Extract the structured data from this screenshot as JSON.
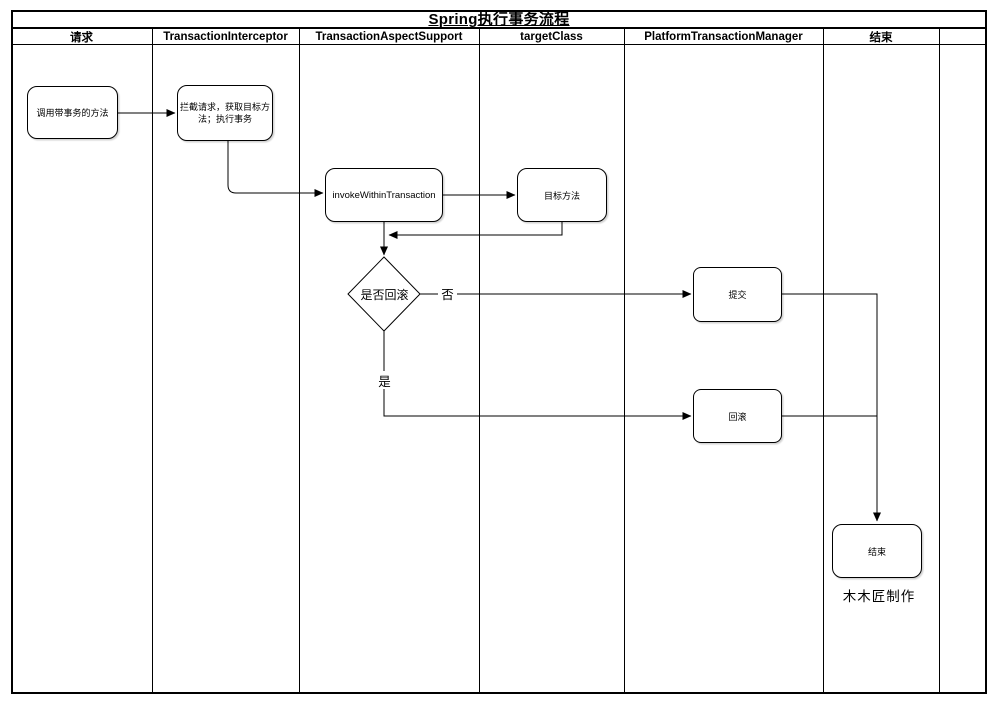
{
  "title": "Spring执行事务流程",
  "lanes": [
    {
      "label": "请求"
    },
    {
      "label": "TransactionInterceptor"
    },
    {
      "label": "TransactionAspectSupport"
    },
    {
      "label": "targetClass"
    },
    {
      "label": "PlatformTransactionManager"
    },
    {
      "label": "结束"
    },
    {
      "label": ""
    }
  ],
  "nodes": {
    "call_method": "调用带事务的方法",
    "intercept": "拦截请求，获取目标方法；执行事务",
    "invoke": "invokeWithinTransaction",
    "target_method": "目标方法",
    "decision": "是否回滚",
    "commit": "提交",
    "rollback": "回滚",
    "end": "结束"
  },
  "edge_labels": {
    "no": "否",
    "yes": "是"
  },
  "watermark": "木木匠制作",
  "colors": {
    "line": "#000000",
    "node_border": "#000000",
    "node_fill": "#ffffff",
    "background": "#ffffff"
  }
}
